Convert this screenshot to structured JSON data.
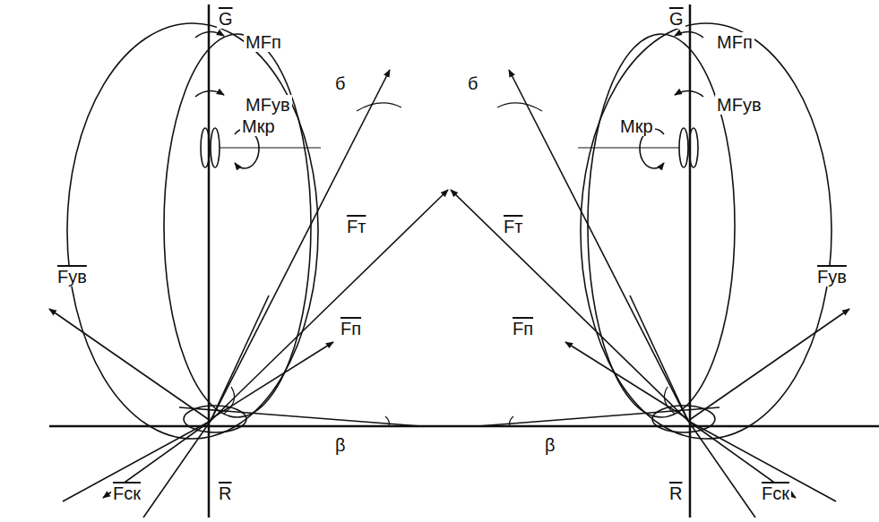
{
  "diagram": {
    "labels": [
      "G",
      "MFп",
      "MFув",
      "Mкр",
      "б",
      "Fт",
      "Fув",
      "Fп",
      "β",
      "R",
      "Fск",
      "G",
      "MFп",
      "MFув",
      "Mкр",
      "б",
      "Fт",
      "Fув",
      "Fп",
      "β",
      "R",
      "Fск"
    ]
  }
}
